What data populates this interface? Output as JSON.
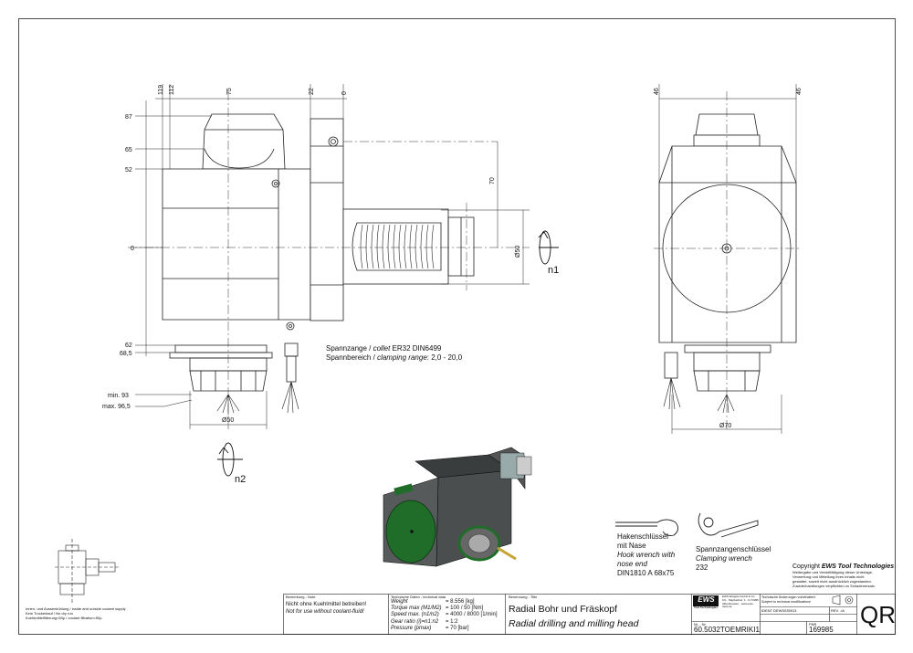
{
  "dims": {
    "d119": "119",
    "d112": "112",
    "d75": "75",
    "d22": "22",
    "d0top": "0",
    "d87": "87",
    "d65": "65",
    "d52": "52",
    "d0": "0",
    "d62": "62",
    "d685": "68,5",
    "dmin93": "min. 93",
    "dmax965": "max. 96,5",
    "d70": "70",
    "dphi50r": "Ø50",
    "dphi50b": "Ø50",
    "d46l": "46",
    "d46r": "46",
    "dphi70": "Ø70",
    "n1": "n1",
    "n2": "n2"
  },
  "collet": {
    "line1_a": "Spannzange /",
    "line1_b": "collet",
    "line1_c": "ER32   DIN6499",
    "line2_a": "Spannbereich /",
    "line2_b": "clamping range",
    "line2_c": ": 2,0 - 20,0"
  },
  "hook_wrench": {
    "l1": "Hakenschlüssel",
    "l2": "mit Nase",
    "l3": "Hook wrench with",
    "l4": "nose end",
    "l5": "DIN1810  A  68x75"
  },
  "collet_wrench": {
    "l1": "Spannzangenschlüssel",
    "l2": "Clamping wrench",
    "l3": "232"
  },
  "coolant": {
    "l1": "Innen- und Aussenkühlung / inside and outside coolant supply",
    "l2": "Kein Trockenlauf / No dry run",
    "l3": "Kuehlmittelfilterung<50µ / coolant filtration<50µ"
  },
  "titleblock": {
    "bem_label": "Bemerkung - Note",
    "bem1": "Nicht ohne Kuehlmittel betreiben!",
    "bem2": "Not for use without coolant-fluid!",
    "tech_label": "Technische Daten - technical data",
    "rows": [
      {
        "k": "Weight",
        "v": "=  8.556 [kg]"
      },
      {
        "k": "Torque max (M1/M2)",
        "v": "=  100 / 50 [Nm]"
      },
      {
        "k": "Speed max. (n1/n2)",
        "v": "=  4000 / 8000 [1/min]"
      },
      {
        "k": "Gear ratio  (i)=n1:n2",
        "v": "=  1:2"
      },
      {
        "k": "Pressure   (pmax)",
        "v": "=  70 [bar]"
      }
    ],
    "title_label": "Benennung - Title",
    "title_de": "Radial Bohr und Fräskopf",
    "title_en": "Radial drilling and milling head",
    "logo": "EWS",
    "logo_sub": "Tool Technologies",
    "company": "EWS Weigele GmbH & Co. KG · Maybachstr. 1 · D-73095 Albershausen · www.ews-tools.de",
    "nr_label": "Nr. - Nr.",
    "part_no": "60.5032TOEMRIKI1",
    "change1": "Technische Änderungen vorbehalten!",
    "change2": "Subject to technical modifications!",
    "ident": "IDENT  DEWS035913",
    "rev": "REV.  :/A",
    "pnr_label": "PNR",
    "pnr": "169985",
    "qr": "QR"
  },
  "copyright": {
    "head_a": "Copyright ",
    "head_b": "EWS Tool Technologies",
    "l1": "Weitergabe und Vervielfältigung dieser Unterlage,",
    "l2": "Verwertung und Mitteilung ihres Inhalts nicht",
    "l3": "gestattet, soweit nicht ausdrücklich zugestanden.",
    "l4": "Zuwiderhandlungen verpflichten zu Schadenersatz."
  }
}
